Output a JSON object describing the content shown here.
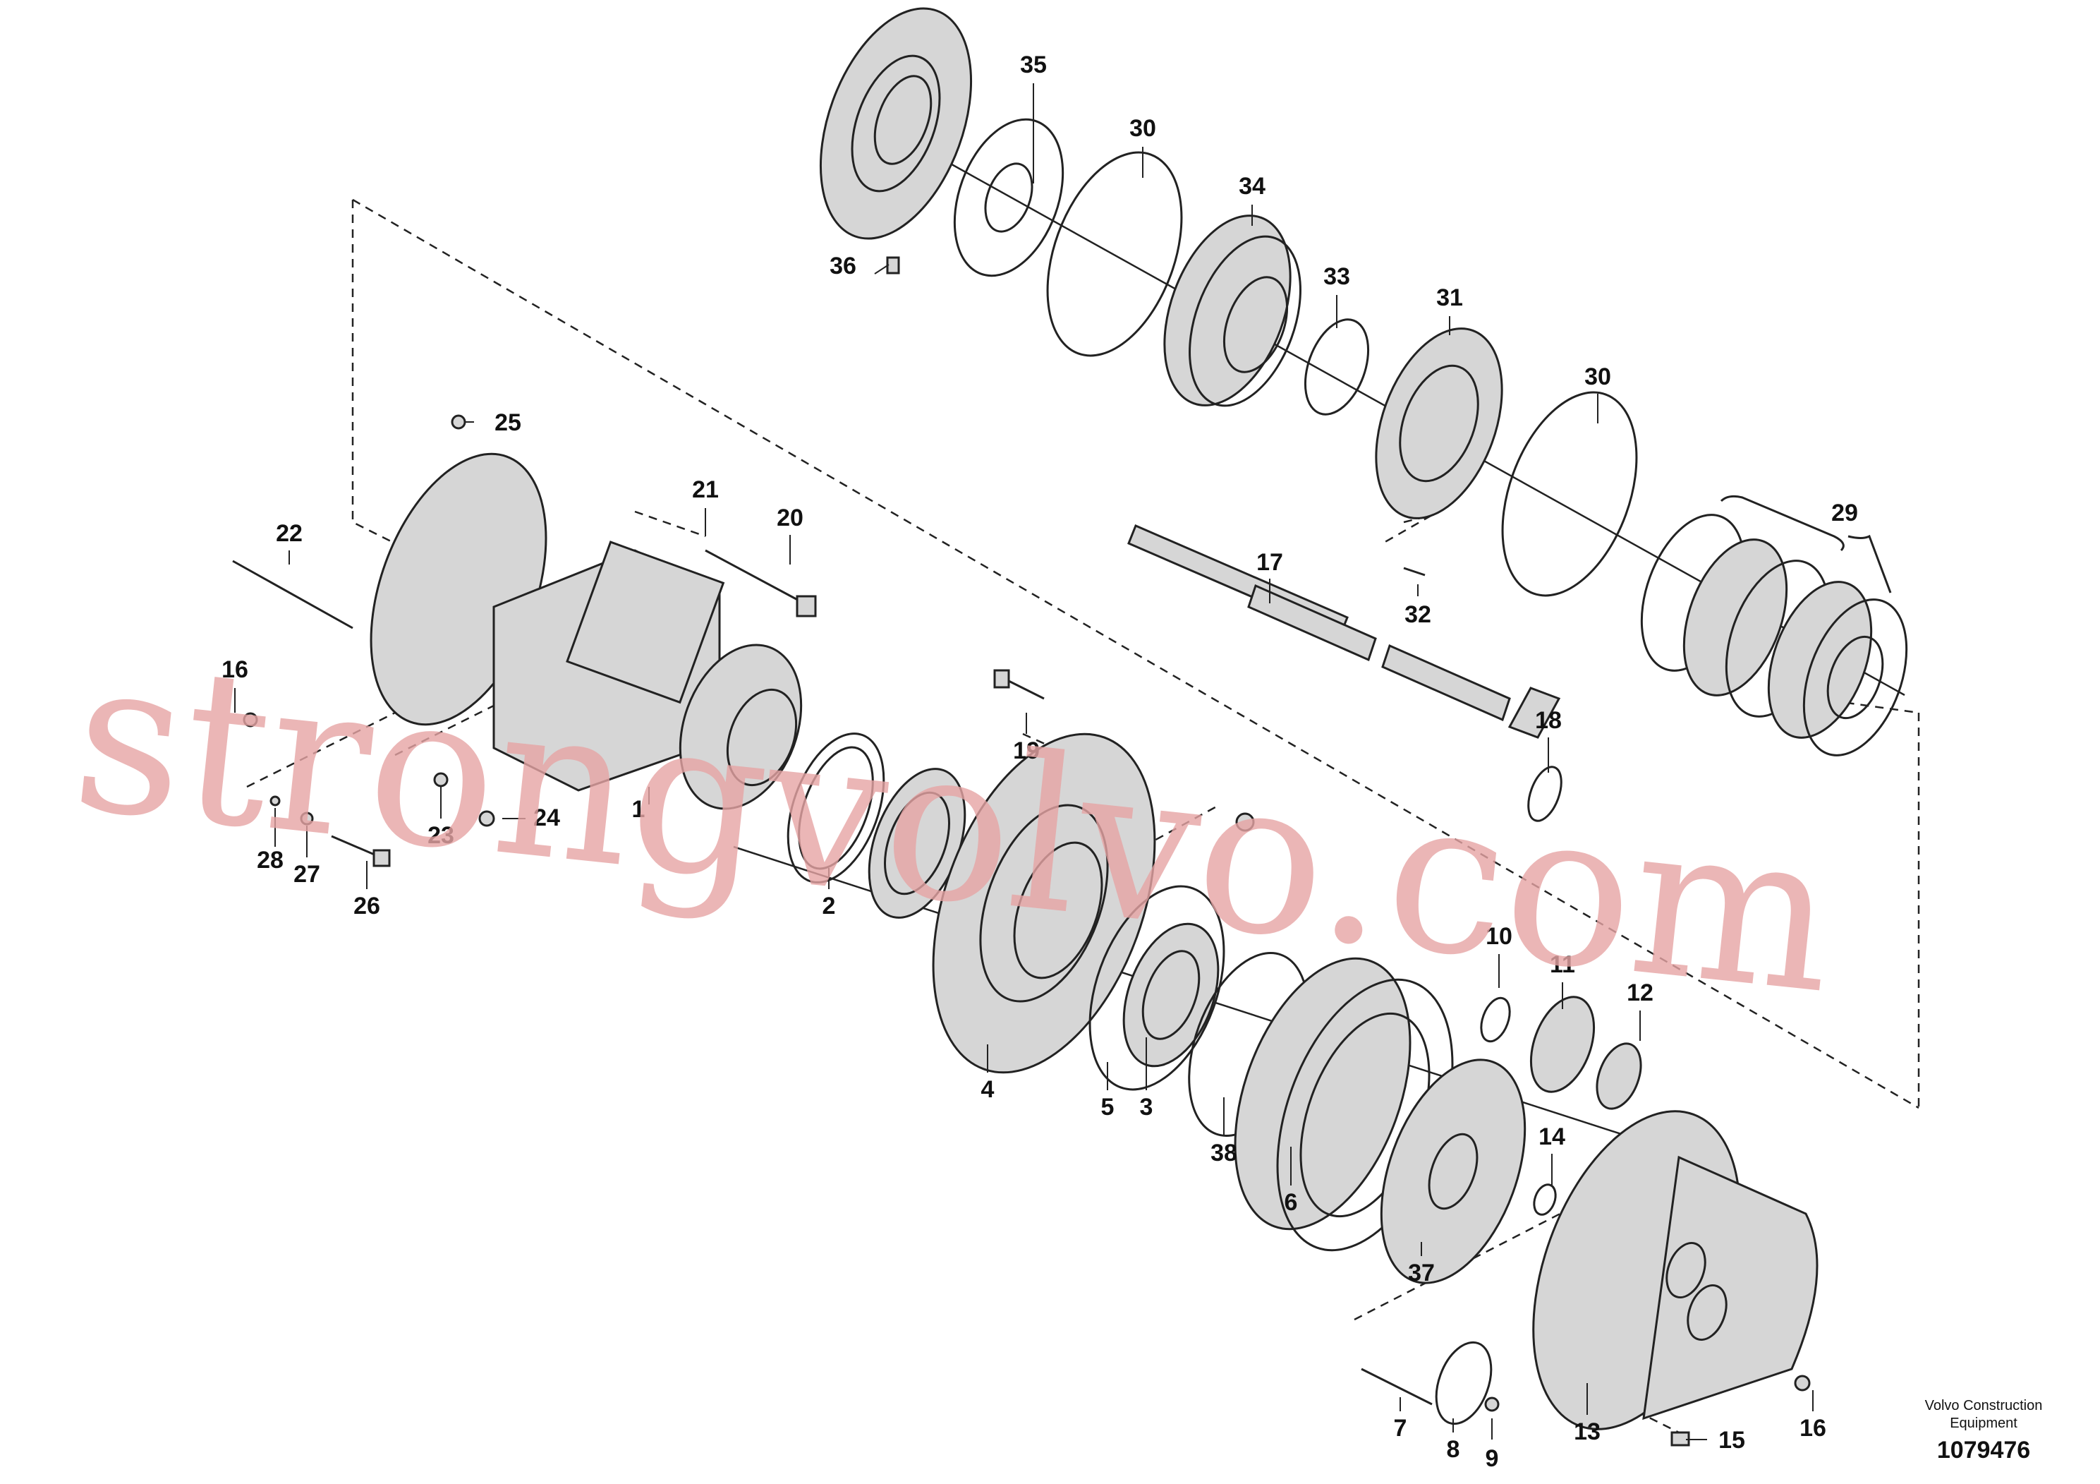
{
  "diagram": {
    "callouts": [
      {
        "id": "c1",
        "text": "1"
      },
      {
        "id": "c2",
        "text": "2"
      },
      {
        "id": "c3",
        "text": "3"
      },
      {
        "id": "c4",
        "text": "4"
      },
      {
        "id": "c5",
        "text": "5"
      },
      {
        "id": "c6",
        "text": "6"
      },
      {
        "id": "c7",
        "text": "7"
      },
      {
        "id": "c8",
        "text": "8"
      },
      {
        "id": "c9",
        "text": "9"
      },
      {
        "id": "c10",
        "text": "10"
      },
      {
        "id": "c11",
        "text": "11"
      },
      {
        "id": "c12",
        "text": "12"
      },
      {
        "id": "c13",
        "text": "13"
      },
      {
        "id": "c14",
        "text": "14"
      },
      {
        "id": "c15",
        "text": "15"
      },
      {
        "id": "c16a",
        "text": "16"
      },
      {
        "id": "c16b",
        "text": "16"
      },
      {
        "id": "c17",
        "text": "17"
      },
      {
        "id": "c18",
        "text": "18"
      },
      {
        "id": "c19",
        "text": "19"
      },
      {
        "id": "c20",
        "text": "20"
      },
      {
        "id": "c21",
        "text": "21"
      },
      {
        "id": "c22",
        "text": "22"
      },
      {
        "id": "c23",
        "text": "23"
      },
      {
        "id": "c24",
        "text": "24"
      },
      {
        "id": "c25",
        "text": "25"
      },
      {
        "id": "c26",
        "text": "26"
      },
      {
        "id": "c27",
        "text": "27"
      },
      {
        "id": "c28",
        "text": "28"
      },
      {
        "id": "c29",
        "text": "29"
      },
      {
        "id": "c30a",
        "text": "30"
      },
      {
        "id": "c30b",
        "text": "30"
      },
      {
        "id": "c31",
        "text": "31"
      },
      {
        "id": "c32",
        "text": "32"
      },
      {
        "id": "c33",
        "text": "33"
      },
      {
        "id": "c34",
        "text": "34"
      },
      {
        "id": "c35",
        "text": "35"
      },
      {
        "id": "c36",
        "text": "36"
      },
      {
        "id": "c37",
        "text": "37"
      },
      {
        "id": "c38",
        "text": "38"
      }
    ],
    "credit_line1": "Volvo Construction",
    "credit_line2": "Equipment",
    "doc_number": "1079476",
    "watermark": "strongvolvo.com",
    "colors": {
      "line": "#222222",
      "watermark": "#e7a5a5",
      "background": "#ffffff"
    }
  }
}
